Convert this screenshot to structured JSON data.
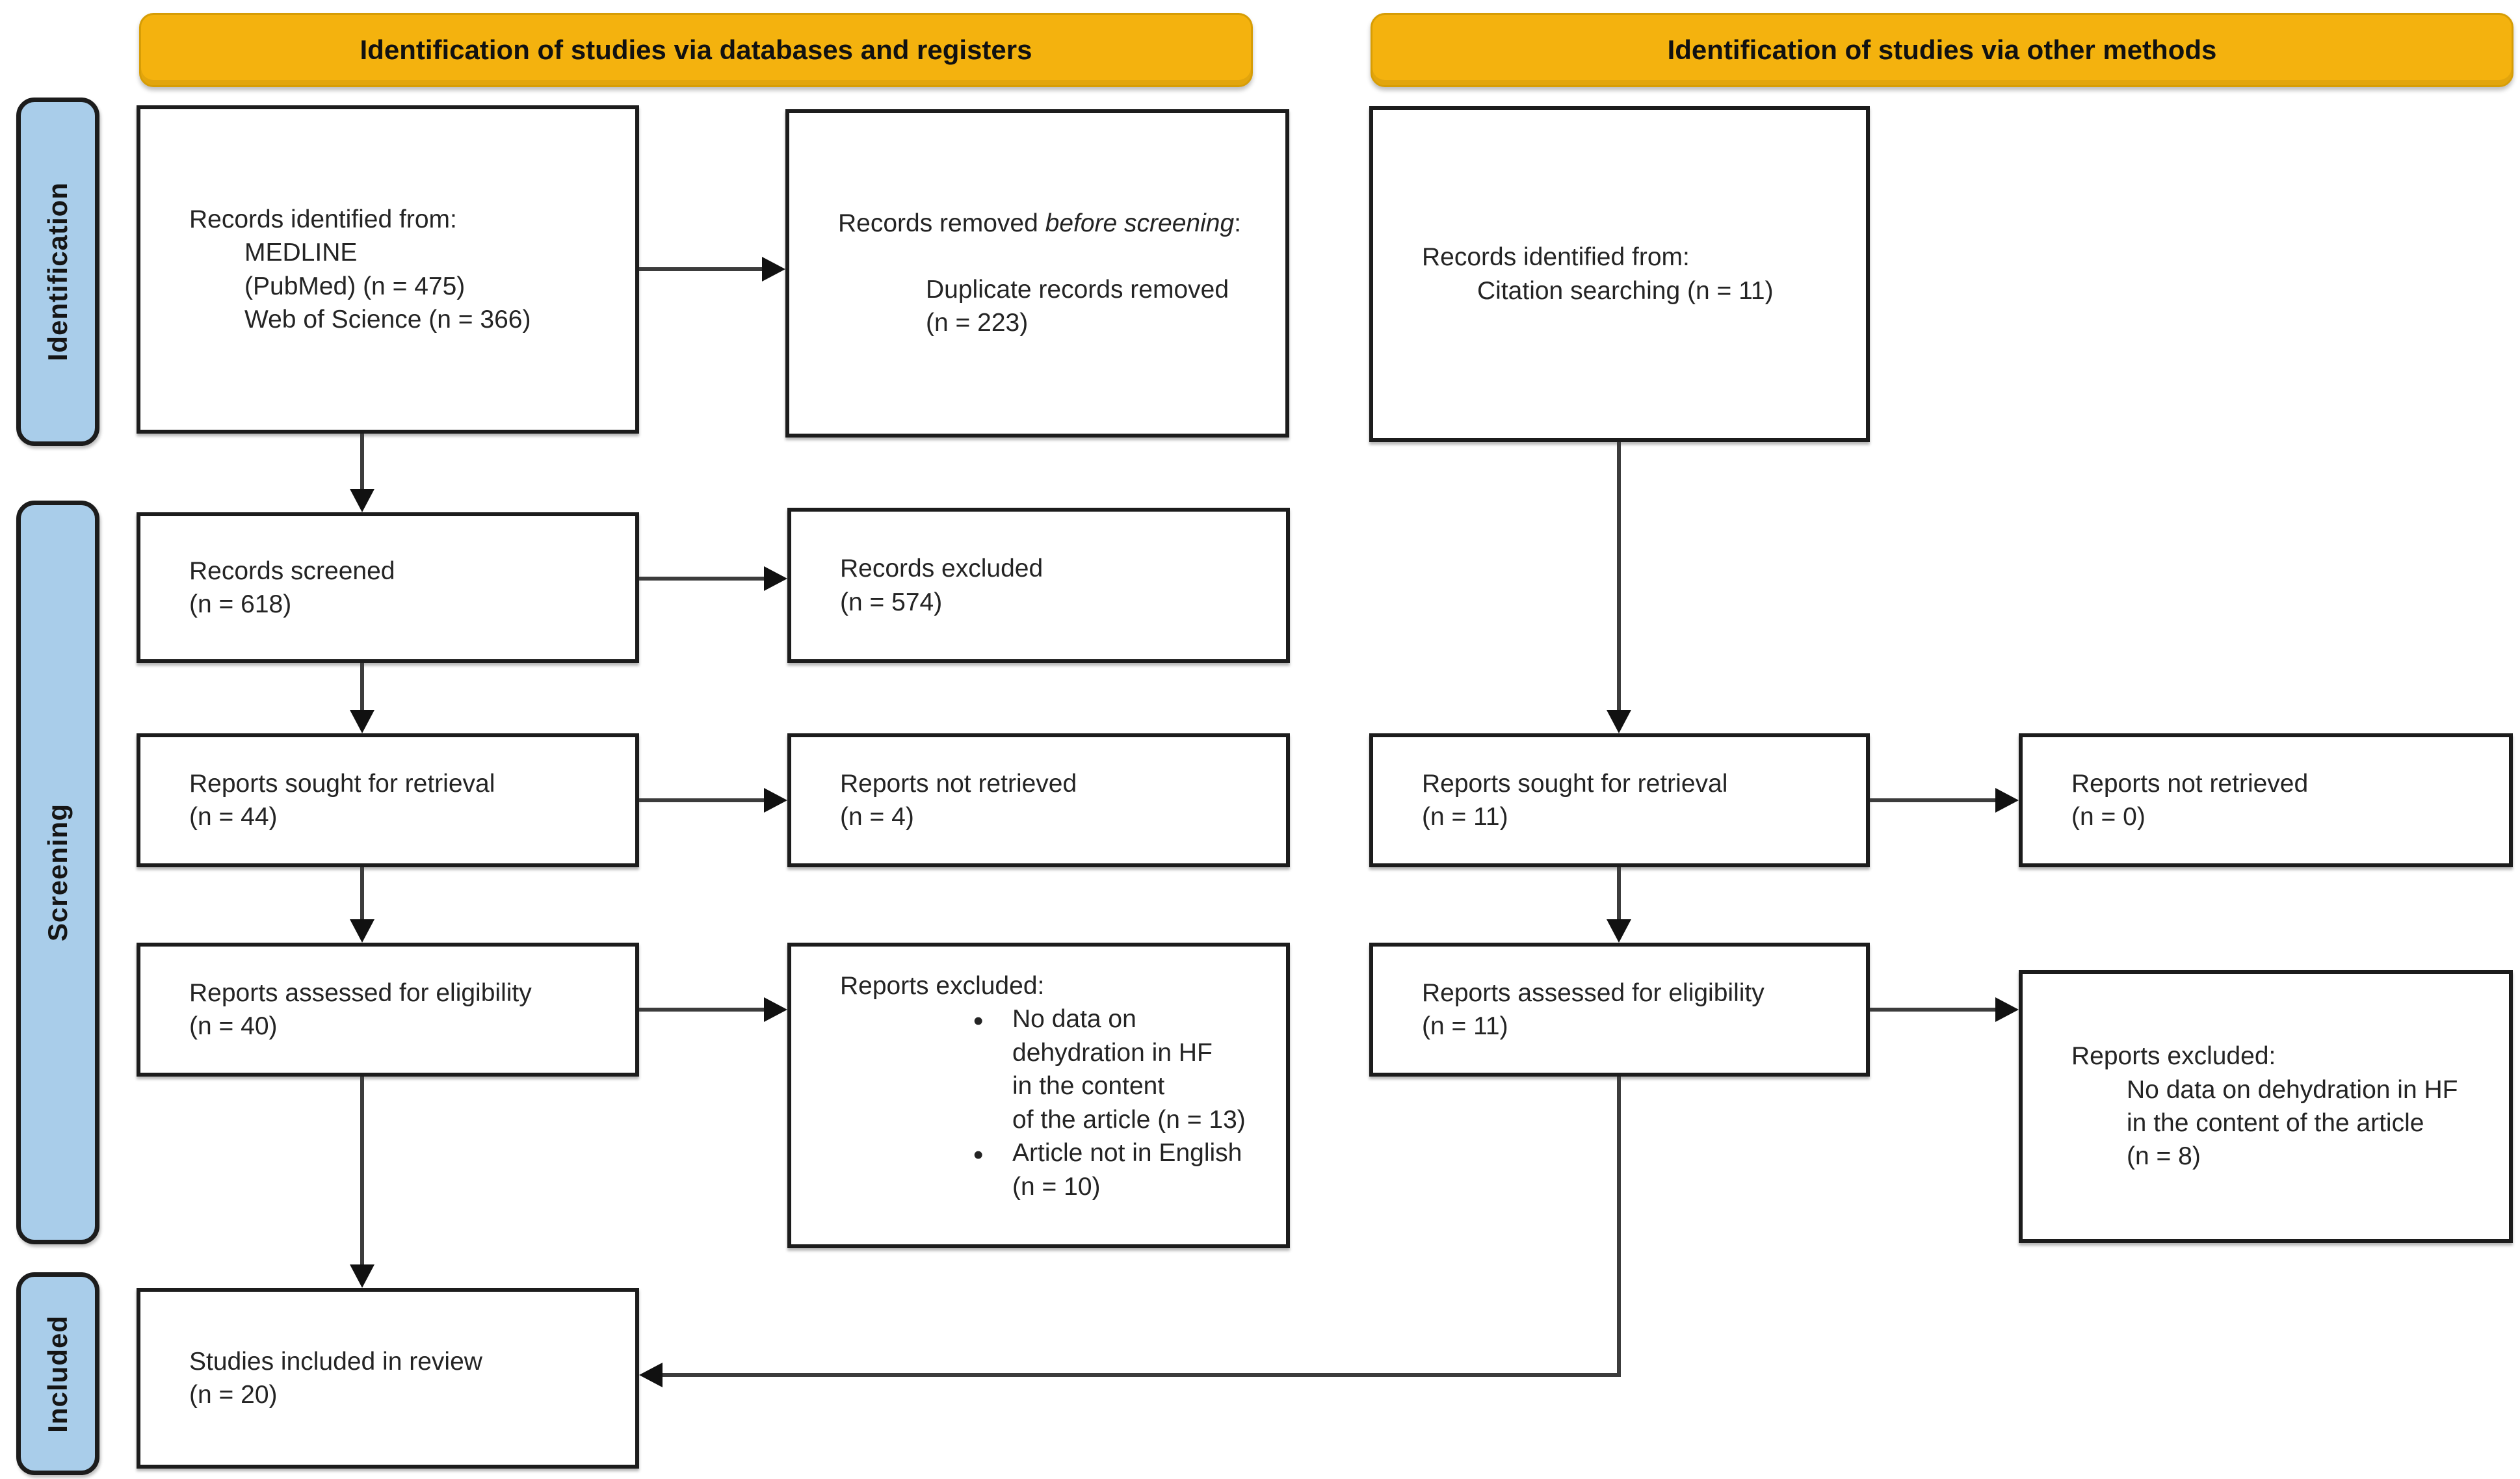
{
  "banners": {
    "left": "Identification of studies via databases and registers",
    "right": "Identification of studies via other methods"
  },
  "stages": {
    "identification": "Identification",
    "screening": "Screening",
    "included": "Included"
  },
  "boxes": {
    "db_identified": {
      "title": "Records identified from:",
      "lines": [
        "MEDLINE",
        "(PubMed) (n = 475)",
        "Web of Science (n = 366)"
      ]
    },
    "removed_before": {
      "title_prefix": "Records removed ",
      "title_italic": "before screening",
      "title_suffix": ":",
      "body": "Duplicate records removed",
      "count": "(n = 223)"
    },
    "other_identified": {
      "title": "Records identified from:",
      "line": "Citation searching (n = 11)"
    },
    "records_screened": {
      "label": "Records screened",
      "count": "(n = 618)"
    },
    "records_excluded": {
      "label": "Records excluded",
      "count": "(n = 574)"
    },
    "sought_db": {
      "label": "Reports sought for retrieval",
      "count": "(n = 44)"
    },
    "not_retrieved_db": {
      "label": "Reports not retrieved",
      "count": "(n = 4)"
    },
    "sought_other": {
      "label": "Reports sought for retrieval",
      "count": "(n = 11)"
    },
    "not_retrieved_other": {
      "label": "Reports not retrieved",
      "count": "(n = 0)"
    },
    "assessed_db": {
      "label": "Reports assessed for eligibility",
      "count": "(n = 40)"
    },
    "excluded_db": {
      "title": "Reports excluded:",
      "bullet1_lines": [
        "No data on",
        "dehydration in HF",
        "in the content",
        "of the article (n = 13)"
      ],
      "bullet2_lines": [
        "Article not in English",
        "(n = 10)"
      ]
    },
    "assessed_other": {
      "label": "Reports assessed for eligibility",
      "count": "(n = 11)"
    },
    "excluded_other": {
      "title": "Reports excluded:",
      "lines": [
        "No data on dehydration in HF",
        "in the content of the article",
        "(n = 8)"
      ]
    },
    "included_review": {
      "label": "Studies included in review",
      "count": "(n = 20)"
    }
  },
  "colors": {
    "banner_orange": "#F4B20E",
    "stage_tab_blue": "#A9CDEA",
    "box_border": "#1C1C1C",
    "connector_line": "#3C3C3C",
    "text": "#242424"
  }
}
